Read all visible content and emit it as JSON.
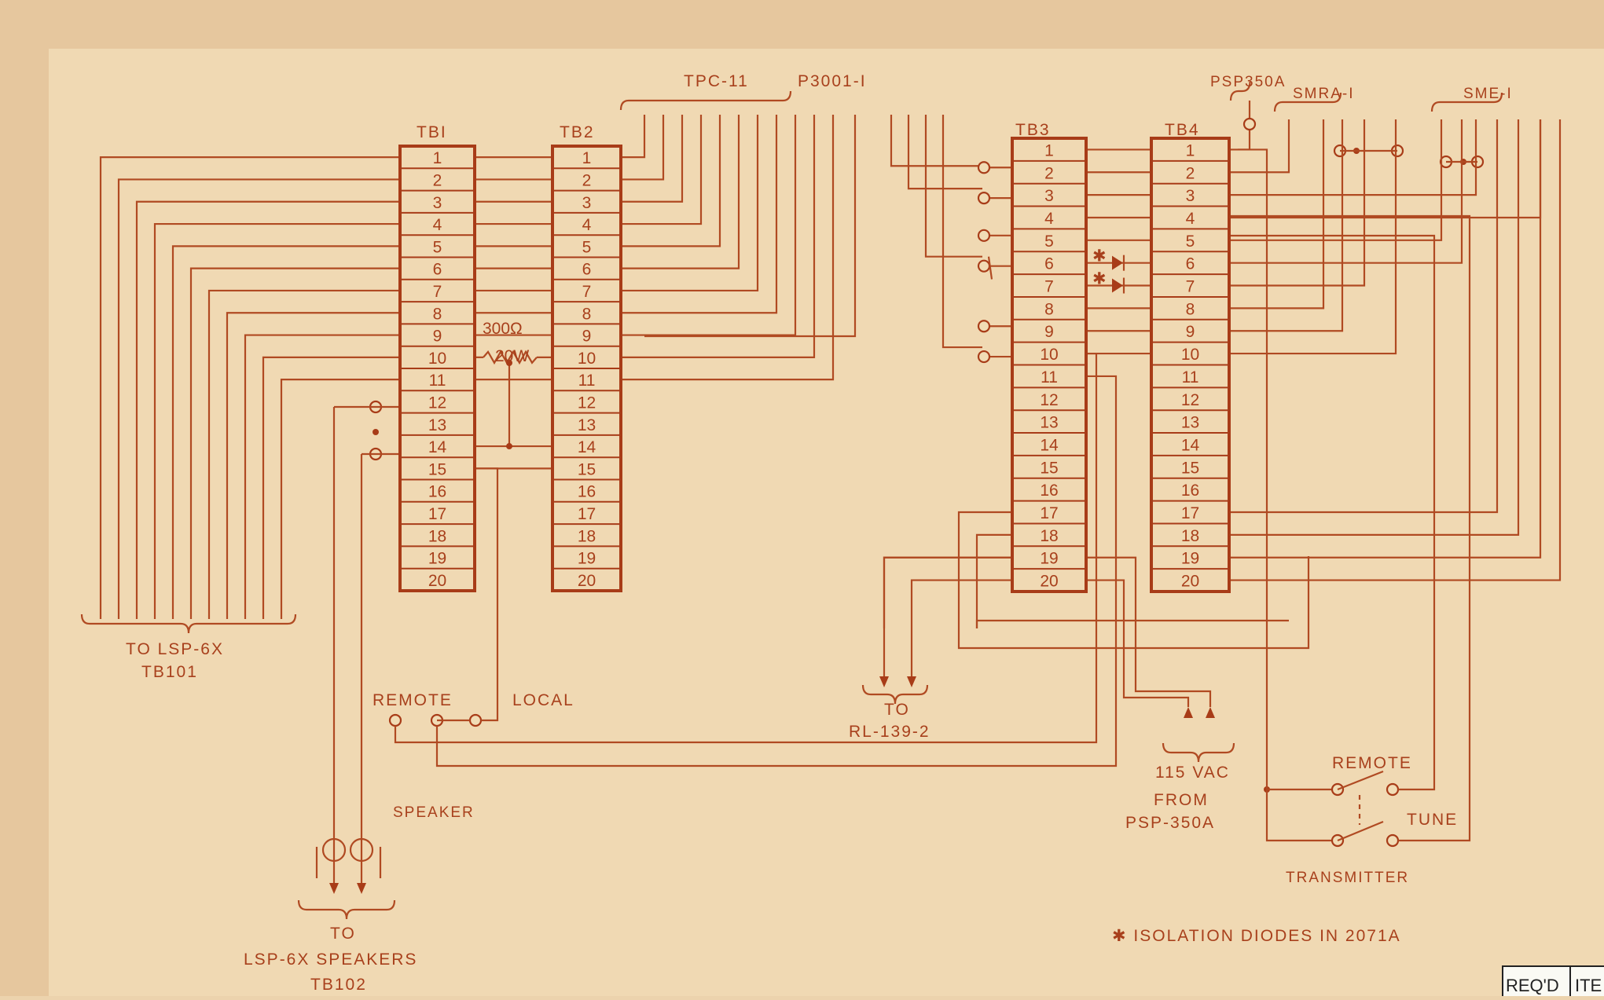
{
  "labels": {
    "cable_label": "TPC-11",
    "plug_label": "P3001-I",
    "psp_label": "PSP350A",
    "smra_label": "SMRA-I",
    "sme_label": "SME-I",
    "tb1": "TBI",
    "tb2": "TB2",
    "tb3": "TB3",
    "tb4": "TB4",
    "resistor_value": "300Ω",
    "resistor_power": "20W",
    "to_lsp_line1": "TO   LSP-6X",
    "to_lsp_line2": "TB101",
    "switch_remote": "REMOTE",
    "switch_local": "LOCAL",
    "speaker": "SPEAKER",
    "to_speakers_line1": "TO",
    "to_speakers_line2": "LSP-6X SPEAKERS",
    "to_speakers_line3": "TB102",
    "to_rl_line1": "TO",
    "to_rl_line2": "RL-139-2",
    "vac_line1": "115 VAC",
    "vac_line2": "FROM",
    "vac_line3": "PSP-350A",
    "tx_remote": "REMOTE",
    "tx_tune": "TUNE",
    "transmitter": "TRANSMITTER",
    "note": "✱ ISOLATION   DIODES   IN 2071A",
    "title_block_col1": "REQ'D",
    "title_block_col2": "ITE"
  },
  "terminal_blocks": {
    "tb1_numbers": [
      "1",
      "2",
      "3",
      "4",
      "5",
      "6",
      "7",
      "8",
      "9",
      "10",
      "11",
      "12",
      "13",
      "14",
      "15",
      "16",
      "17",
      "18",
      "19",
      "20"
    ],
    "tb2_numbers": [
      "1",
      "2",
      "3",
      "4",
      "5",
      "6",
      "7",
      "8",
      "9",
      "10",
      "11",
      "12",
      "13",
      "14",
      "15",
      "16",
      "17",
      "18",
      "19",
      "20"
    ],
    "tb3_numbers": [
      "1",
      "2",
      "3",
      "4",
      "5",
      "6",
      "7",
      "8",
      "9",
      "10",
      "11",
      "12",
      "13",
      "14",
      "15",
      "16",
      "17",
      "18",
      "19",
      "20"
    ],
    "tb4_numbers": [
      "1",
      "2",
      "3",
      "4",
      "5",
      "6",
      "7",
      "8",
      "9",
      "10",
      "11",
      "12",
      "13",
      "14",
      "15",
      "16",
      "17",
      "18",
      "19",
      "20"
    ]
  },
  "colors": {
    "paper": "#ecd3ad",
    "ink": "#a83c18"
  }
}
